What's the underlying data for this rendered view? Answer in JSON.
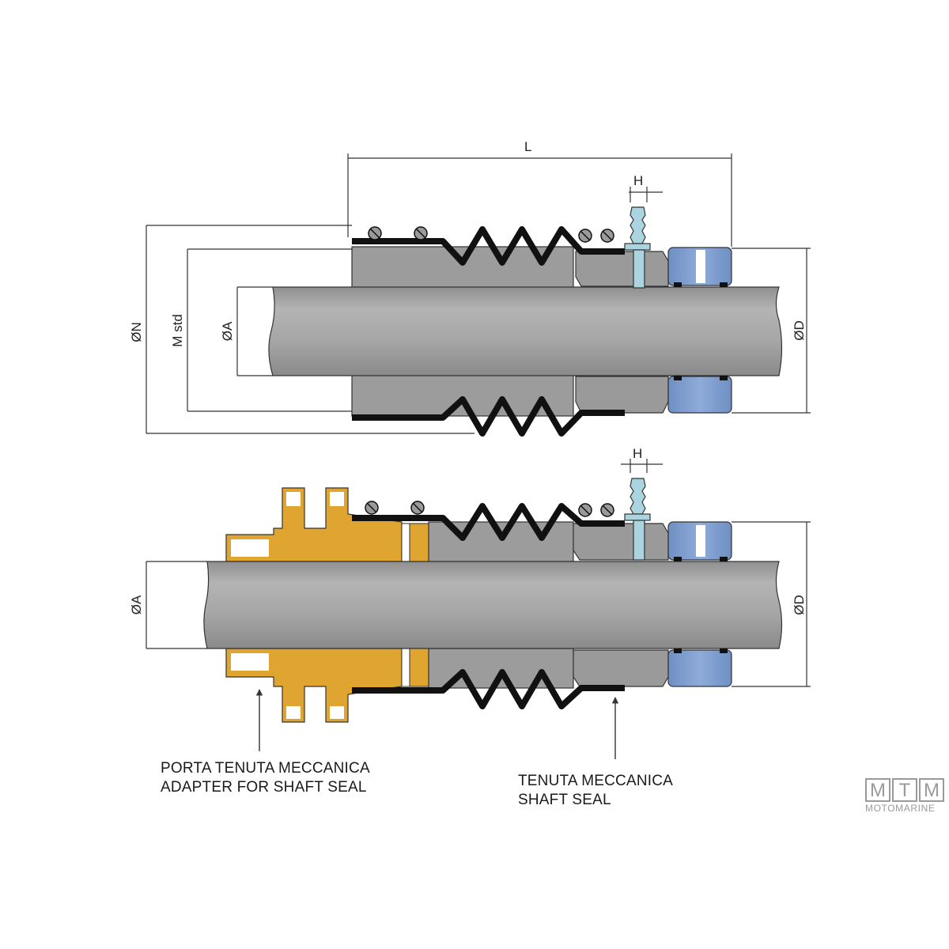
{
  "dimensions": {
    "L": "L",
    "H_top": "H",
    "H_bottom": "H",
    "N": "ØN",
    "M": "M std",
    "A_top": "ØA",
    "D_top": "ØD",
    "A_bottom": "ØA",
    "D_bottom": "ØD"
  },
  "callouts": {
    "adapter_line1": "PORTA TENUTA MECCANICA",
    "adapter_line2": "ADAPTER FOR SHAFT SEAL",
    "seal_line1": "TENUTA MECCANICA",
    "seal_line2": "SHAFT SEAL"
  },
  "logo": {
    "letters": [
      "M",
      "T",
      "M"
    ],
    "word": "MOTOMARINE"
  },
  "colors": {
    "shaft": "#a9a9a9",
    "housing": "#9a9a9a",
    "bellows": "#111111",
    "adapter": "#e0a530",
    "rotor": "#7f9fd0",
    "nipple": "#a9d4e0"
  }
}
